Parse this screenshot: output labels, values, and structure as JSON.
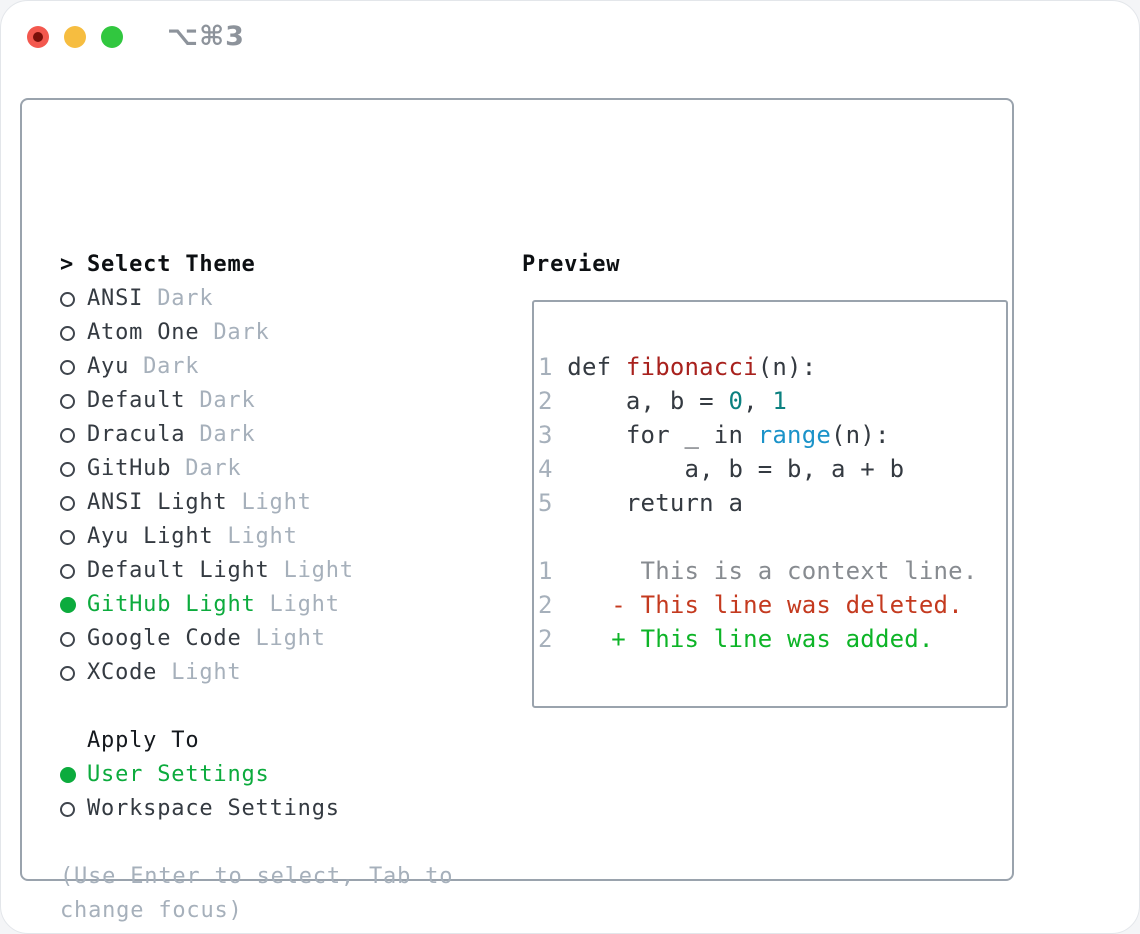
{
  "titlebar": {
    "shortcut": "⌥⌘3"
  },
  "theme_list": {
    "prompt": ">",
    "header": "Select Theme",
    "items": [
      {
        "name": "ANSI",
        "tag": "Dark",
        "selected": false
      },
      {
        "name": "Atom One",
        "tag": "Dark",
        "selected": false
      },
      {
        "name": "Ayu",
        "tag": "Dark",
        "selected": false
      },
      {
        "name": "Default",
        "tag": "Dark",
        "selected": false
      },
      {
        "name": "Dracula",
        "tag": "Dark",
        "selected": false
      },
      {
        "name": "GitHub",
        "tag": "Dark",
        "selected": false
      },
      {
        "name": "ANSI Light",
        "tag": "Light",
        "selected": false
      },
      {
        "name": "Ayu Light",
        "tag": "Light",
        "selected": false
      },
      {
        "name": "Default Light",
        "tag": "Light",
        "selected": false
      },
      {
        "name": "GitHub Light",
        "tag": "Light",
        "selected": true
      },
      {
        "name": "Google Code",
        "tag": "Light",
        "selected": false
      },
      {
        "name": "XCode",
        "tag": "Light",
        "selected": false
      }
    ]
  },
  "apply_to": {
    "header": "Apply To",
    "options": [
      {
        "name": "User Settings",
        "selected": true
      },
      {
        "name": "Workspace Settings",
        "selected": false
      }
    ]
  },
  "hint": {
    "line1": "(Use Enter to select, Tab to",
    "line2": "change focus)"
  },
  "preview": {
    "title": "Preview",
    "code_lines": [
      [
        {
          "t": "1",
          "c": "ln"
        },
        {
          "t": " def ",
          "c": "code"
        },
        {
          "t": "fibonacci",
          "c": "func"
        },
        {
          "t": "(n):",
          "c": "code"
        }
      ],
      [
        {
          "t": "2",
          "c": "ln"
        },
        {
          "t": "     a, b = ",
          "c": "code"
        },
        {
          "t": "0",
          "c": "num"
        },
        {
          "t": ", ",
          "c": "code"
        },
        {
          "t": "1",
          "c": "num"
        }
      ],
      [
        {
          "t": "3",
          "c": "ln"
        },
        {
          "t": "     for _ in ",
          "c": "code"
        },
        {
          "t": "range",
          "c": "builtin"
        },
        {
          "t": "(n):",
          "c": "code"
        }
      ],
      [
        {
          "t": "4",
          "c": "ln"
        },
        {
          "t": "         a, b = b, a + b",
          "c": "code"
        }
      ],
      [
        {
          "t": "5",
          "c": "ln"
        },
        {
          "t": "     return a",
          "c": "code"
        }
      ],
      [],
      [
        {
          "t": "1",
          "c": "ln"
        },
        {
          "t": "      This is a context line.",
          "c": "ctx"
        }
      ],
      [
        {
          "t": "2",
          "c": "ln"
        },
        {
          "t": "    ",
          "c": "code"
        },
        {
          "t": "- This line was deleted.",
          "c": "del"
        }
      ],
      [
        {
          "t": "2",
          "c": "ln"
        },
        {
          "t": "    ",
          "c": "code"
        },
        {
          "t": "+ This line was added.",
          "c": "add"
        }
      ]
    ]
  },
  "colors": {
    "selection_green": "#0cab3d",
    "added_green": "#0db427",
    "deleted_red": "#c43a1f",
    "function_red": "#a8211d",
    "number_teal": "#0c8180",
    "builtin_blue": "#1b93c9",
    "context_gray": "#878b90",
    "muted_gray": "#a6b0bb",
    "text_dark": "#343a41",
    "border_gray": "#9aa3ad"
  }
}
